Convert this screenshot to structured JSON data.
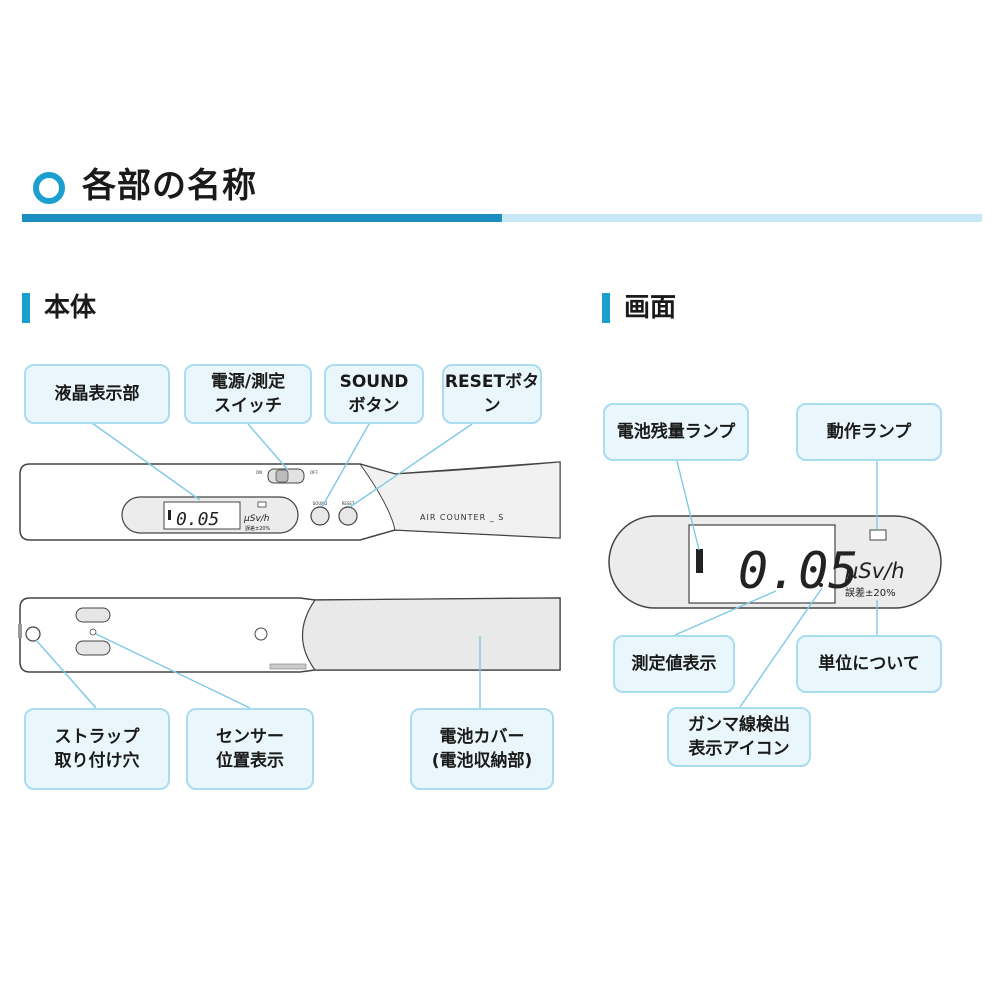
{
  "header": {
    "title": "各部の名称"
  },
  "sections": {
    "body_title": "本体",
    "screen_title": "画面"
  },
  "body_labels": {
    "lcd": "液晶表示部",
    "power": "電源/測定\nスイッチ",
    "sound": "SOUND\nボタン",
    "reset": "RESETボタン",
    "strap": "ストラップ\n取り付け穴",
    "sensor": "センサー\n位置表示",
    "battery": "電池カバー\n(電池収納部)"
  },
  "screen_labels": {
    "battery_lamp": "電池残量ランプ",
    "operation_lamp": "動作ランプ",
    "measurement": "測定値表示",
    "unit": "単位について",
    "gamma": "ガンマ線検出\n表示アイコン"
  },
  "device": {
    "reading": "0.05",
    "unit": "μSv/h",
    "error": "誤差±20%",
    "brand": "AIR COUNTER _ S",
    "switch_on": "ON",
    "switch_off": "OFF",
    "sound_small": "SOUND",
    "reset_small": "RESET"
  },
  "colors": {
    "accent": "#1b9fcf",
    "label_bg": "#e9f6fc",
    "label_border": "#a9dcf0",
    "leader": "#7fc9e6"
  }
}
